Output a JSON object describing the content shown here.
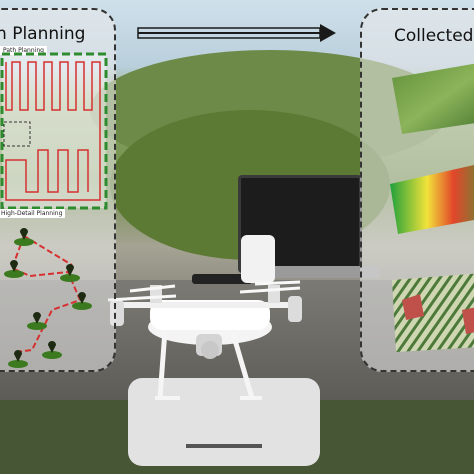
{
  "left_panel": {
    "title": "Planning",
    "title_prefix": "n",
    "path_tag": "Path Planning",
    "detail_tag": "High-Detail Planning"
  },
  "right_panel": {
    "title": "Collected D"
  },
  "colors": {
    "path_red": "#d63030",
    "border_green": "#2e8b2e",
    "node_dark": "#1f2a12",
    "node_green": "#3b7a1f"
  },
  "icons": [
    "arrow-right-icon",
    "location-pin-icon",
    "drone-icon",
    "laptop-icon"
  ]
}
